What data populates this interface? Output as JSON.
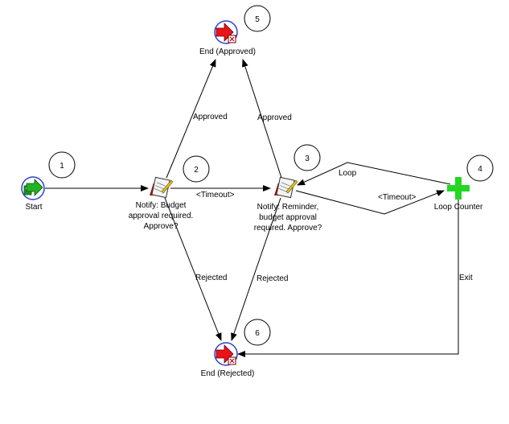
{
  "nodes": {
    "start": {
      "label": "Start",
      "number": "1"
    },
    "notify_budget": {
      "label_lines": [
        "Notify: Budget",
        "approval required.",
        "Approve?"
      ],
      "number": "2"
    },
    "notify_reminder": {
      "label_lines": [
        "Notify: Reminder,",
        "budget approval",
        "required. Approve?"
      ],
      "number": "3"
    },
    "loop_counter": {
      "label": "Loop Counter",
      "number": "4"
    },
    "end_approved": {
      "label": "End (Approved)",
      "number": "5"
    },
    "end_rejected": {
      "label": "End (Rejected)",
      "number": "6"
    }
  },
  "edges": {
    "approved_1": "Approved",
    "approved_2": "Approved",
    "rejected_1": "Rejected",
    "rejected_2": "Rejected",
    "timeout_1": "<Timeout>",
    "timeout_2": "<Timeout>",
    "loop": "Loop",
    "exit": "Exit"
  },
  "icons": {
    "start": "start-process-icon",
    "notify": "notification-icon",
    "loop": "loop-counter-icon",
    "end": "end-process-icon"
  },
  "colors": {
    "start_green": "#1a9a1a",
    "end_red": "#e8141a",
    "loop_green": "#22d822",
    "selection_blue": "#2b3fd6"
  }
}
